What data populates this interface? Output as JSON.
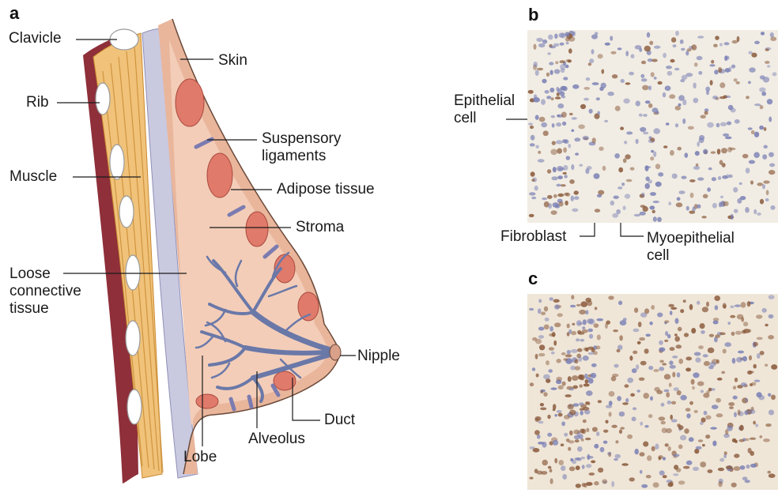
{
  "panels": {
    "a": "a",
    "b": "b",
    "c": "c"
  },
  "labels": {
    "clavicle": "Clavicle",
    "rib": "Rib",
    "muscle": "Muscle",
    "loose_connective_tissue": [
      "Loose",
      "connective",
      "tissue"
    ],
    "skin": "Skin",
    "suspensory_ligaments": [
      "Suspensory",
      "ligaments"
    ],
    "adipose_tissue": "Adipose tissue",
    "stroma": "Stroma",
    "nipple": "Nipple",
    "duct": "Duct",
    "alveolus": "Alveolus",
    "lobe": "Lobe",
    "epithelial_cell": [
      "Epithelial",
      "cell"
    ],
    "fibroblast": "Fibroblast",
    "myoepithelial_cell": [
      "Myoepithelial",
      "cell"
    ]
  },
  "colors": {
    "skin_fill": "#e9b69c",
    "stroma_fill": "#f3cdb8",
    "muscle_fill": "#f0c27a",
    "muscle_dark": "#d99a3c",
    "rib_wall": "#8e2f3a",
    "fascia": "#c9c9e0",
    "duct": "#6a78a8",
    "adipose_lobule": "#e07a6a",
    "tissue_bg": "#f1ede4",
    "stain_brown": "#8a5a3c",
    "stain_blue": "#7a7fb4"
  }
}
